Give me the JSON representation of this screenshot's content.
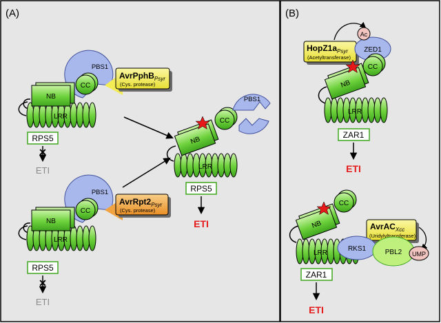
{
  "panels": {
    "a": {
      "label": "(A)"
    },
    "b": {
      "label": "(B)"
    }
  },
  "effectors": {
    "avrpphb": {
      "name": "AvrPphB",
      "sub": "Psyr",
      "activity": "(Cys. protease)",
      "color": "#f3ec55"
    },
    "avrrpt2": {
      "name": "AvrRpt2",
      "sub": "Psyr",
      "activity": "(Cys. protease)",
      "color": "#f0a340"
    },
    "hopz1a": {
      "name": "HopZ1a",
      "sub": "Psyr",
      "activity": "(Acetyltransferase)",
      "color": "#f3ec55"
    },
    "avrac": {
      "name": "AvrAC",
      "sub": "Xcc",
      "activity": "(Uridylyltransferase)",
      "color": "#f3ec55"
    }
  },
  "domains": {
    "nb": "NB",
    "cc": "CC",
    "lrr": "LRR",
    "pbs1": "PBS1",
    "zed1": "ZED1",
    "rks1": "RKS1",
    "pbl2": "PBL2",
    "ump": "UMP",
    "ac": "Ac"
  },
  "receptors": {
    "rps5": "RPS5",
    "zar1": "ZAR1"
  },
  "outcomes": {
    "eti": "ETI"
  },
  "colors": {
    "green": "#6cd13a",
    "green_dark": "#2e8a1a",
    "blue": "#a9b8ec",
    "blue_dark": "#3f4f9a",
    "pink": "#f3c5c0",
    "eti_red": "#e51919",
    "eti_grey": "#8a8a8a",
    "star": "#e51919"
  }
}
